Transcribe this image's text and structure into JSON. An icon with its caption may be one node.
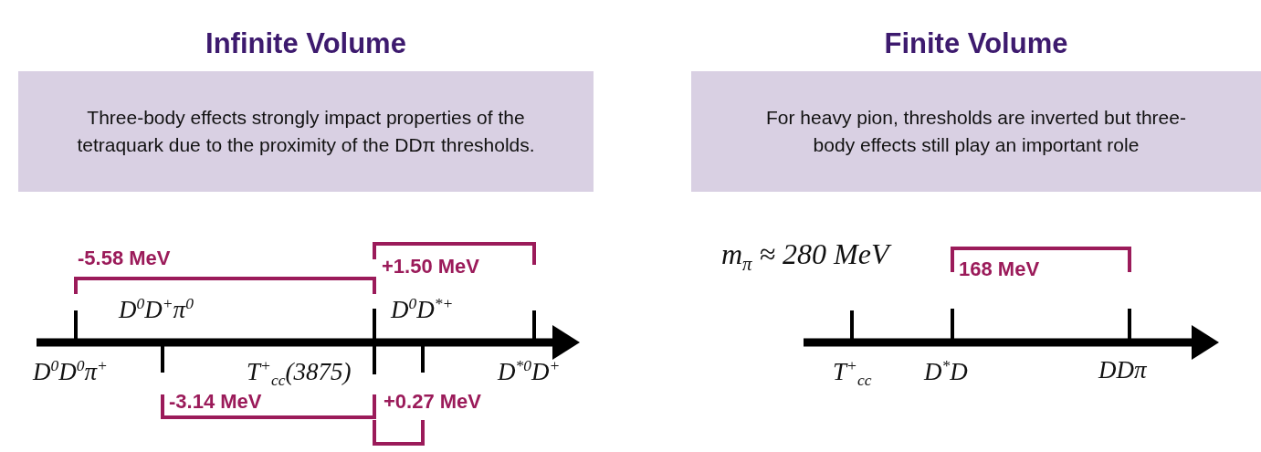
{
  "diagram": {
    "nodes": [
      {
        "text": [
          "Infinite Volume",
          "Three-body effects strongly impact properties of the tetraquark due to the proximity of the DDπ thresholds."
        ]
      },
      {
        "text": [
          "Finite Volume",
          "For heavy pion, thresholds are inverted but three-body effects still play an important role"
        ]
      }
    ],
    "labels": [
      "-5.58 MeV",
      "+1.50 MeV",
      "D$^{0}$D$^{+}$π$^{0}$",
      "D$^{0}$D$^{*+}$",
      "D$^{0}$D$^{0}$π$^{+}$",
      "T$^{+}$$_{cc}$(3875)",
      "D$^{*0}$D$^{+}$",
      "-3.14 MeV",
      "+0.27 MeV",
      "m$_{π}$ ≈ 280 MeV",
      "168 MeV",
      "T$^{+}$$_{cc}$",
      "D$^{*}$D",
      "DDπ"
    ]
  }
}
